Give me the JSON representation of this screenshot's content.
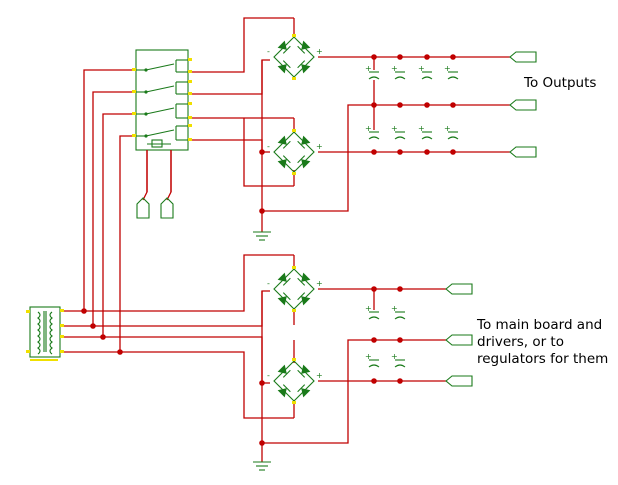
{
  "labels": {
    "outputs": "To Outputs",
    "main_line1": "To main board and",
    "main_line2": "drivers, or to",
    "main_line3": "regulators for them"
  },
  "colors": {
    "wire": "#c00000",
    "component": "#1a7a1a",
    "pin": "#f0e000",
    "background": "#ffffff"
  },
  "icons": [
    "transformer-icon",
    "switch-block-icon",
    "bridge-rectifier-icon",
    "capacitor-icon",
    "connector-icon",
    "ground-icon",
    "fuse-icon"
  ]
}
